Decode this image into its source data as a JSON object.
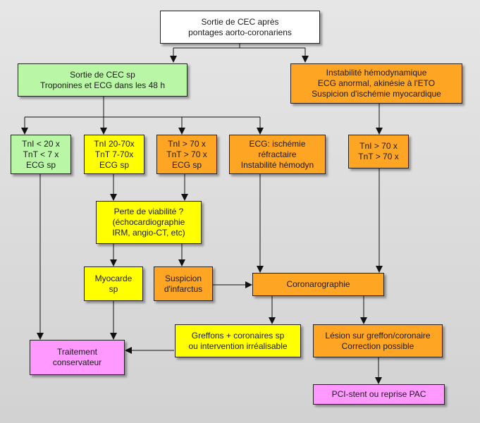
{
  "nodes": {
    "start": [
      "Sortie de CEC après",
      "pontages aorto-coronariens"
    ],
    "exit_sp": [
      "Sortie de CEC sp",
      "Troponines et ECG dans les 48 h"
    ],
    "instability": [
      "Instabilité hémodynamique",
      "ECG anormal, akinésie à l'ETO",
      "Suspicion d'ischémie myocardique"
    ],
    "tn_low": [
      "TnI < 20 x",
      "TnT < 7 x",
      "ECG sp"
    ],
    "tn_mid": [
      "TnI 20-70x",
      "TnT 7-70x",
      "ECG sp"
    ],
    "tn_high": [
      "TnI > 70 x",
      "TnT > 70 x",
      "ECG sp"
    ],
    "ecg_ischemia": [
      "ECG: ischémie",
      "réfractaire",
      "Instabilité hémodyn"
    ],
    "tn_high_unstable": [
      "TnI > 70 x",
      "TnT > 70 x"
    ],
    "viability": [
      "Perte de viabilité ?",
      "(échocardiographie",
      "IRM, angio-CT, etc)"
    ],
    "myocarde": [
      "Myocarde",
      "sp"
    ],
    "infarctus": [
      "Suspicion",
      "d'infarctus"
    ],
    "coronarography": [
      "Coronarographie"
    ],
    "grafts_sp": [
      "Greffons + coronaires sp",
      "ou intervention irréalisable"
    ],
    "lesion": [
      "Lésion sur greffon/coronaire",
      "Correction possible"
    ],
    "conservative": [
      "Traitement",
      "conservateur"
    ],
    "pci": [
      "PCI-stent ou reprise PAC"
    ]
  },
  "colors": {
    "white": "#ffffff",
    "green": "#b9f7a6",
    "yellow": "#ffff00",
    "orange": "#ffa524",
    "pink": "#ff99ff",
    "background": "#d9d9d9"
  }
}
